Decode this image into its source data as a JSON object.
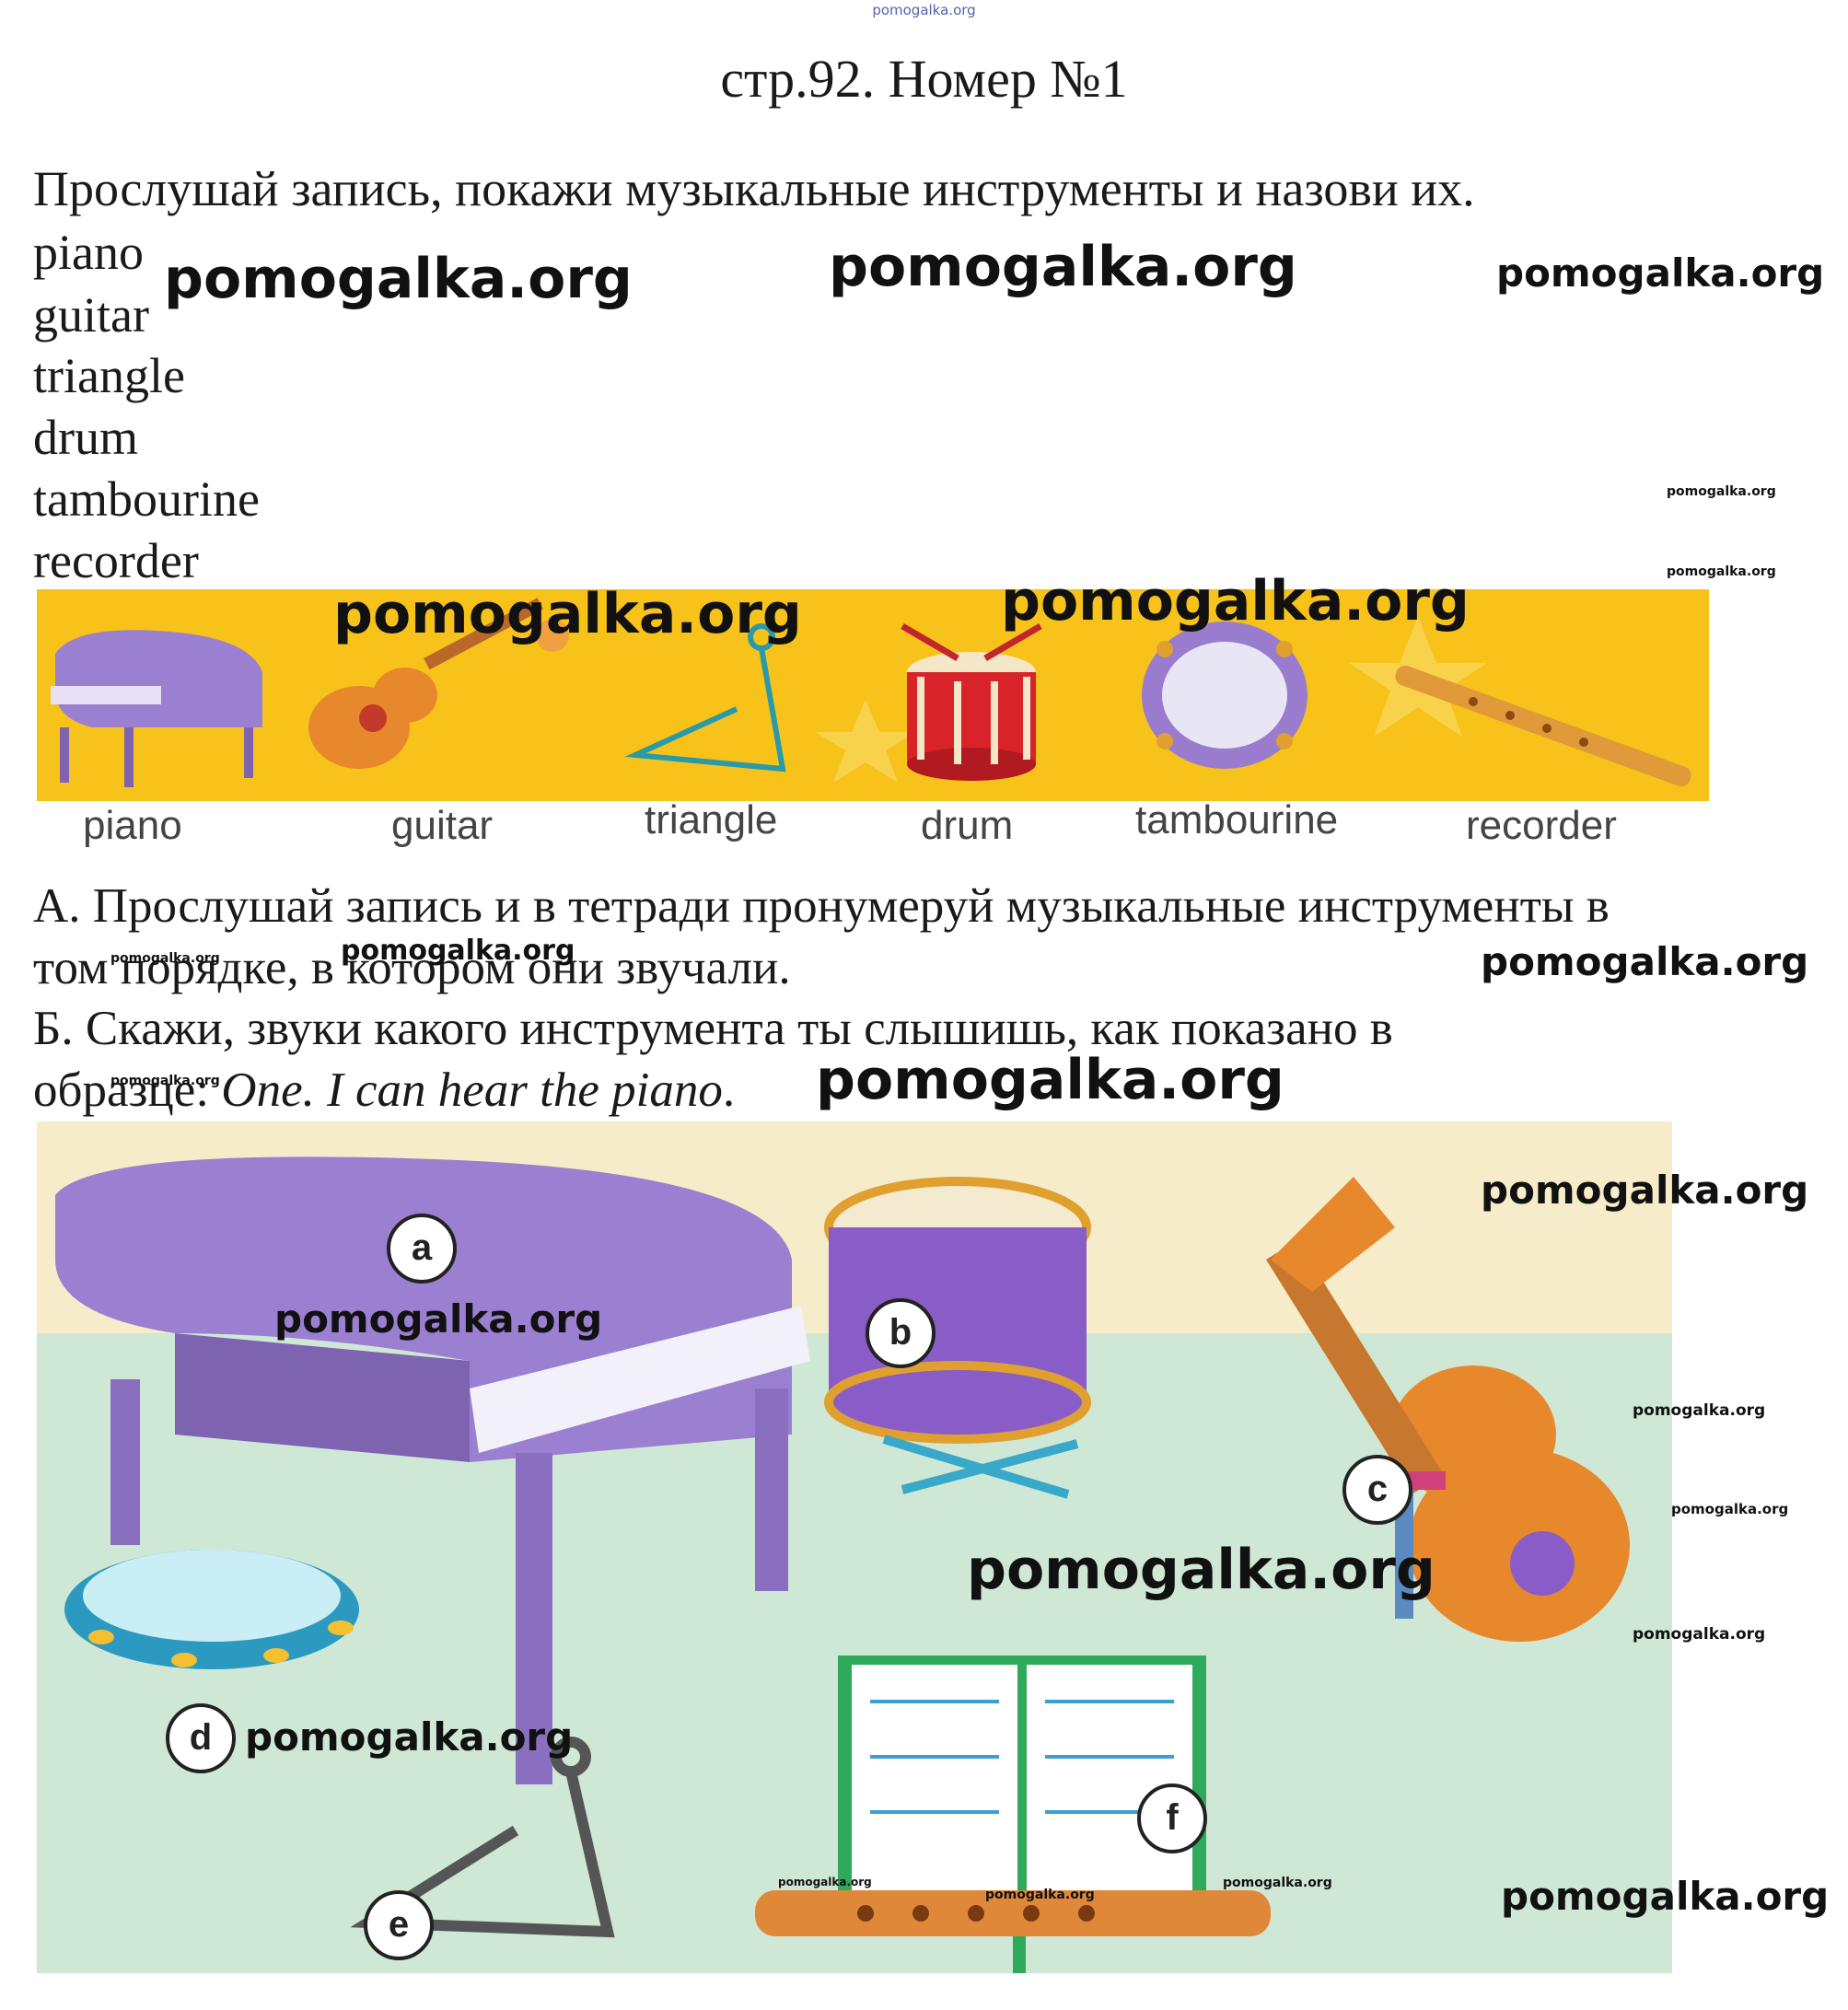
{
  "watermark_top": "pomogalka.org",
  "title": "стр.92. Номер №1",
  "instruction": "Прослушай запись, покажи музыкальные инструменты и назови их.",
  "words": [
    "piano",
    "guitar",
    "triangle",
    "drum",
    "tambourine",
    "recorder"
  ],
  "band_labels": [
    "piano",
    "guitar",
    "triangle",
    "drum",
    "tambourine",
    "recorder"
  ],
  "task_a_line1": "А. Прослушай запись и в тетради пронумеруй музыкальные инструменты в",
  "task_a_line2": "том порядке, в котором они звучали.",
  "task_b_line1": "Б. Скажи, звуки какого инструмента ты слышишь, как показано в",
  "task_b_prefix": "образце: ",
  "task_b_example": "One. I can hear the piano",
  "task_b_suffix": ".",
  "callouts": [
    "a",
    "b",
    "c",
    "d",
    "e",
    "f"
  ],
  "watermark": "pomogalka.org",
  "colors": {
    "band": "#f7c31a",
    "scene_floor": "#cfe8d6",
    "piano": "#9b7fd0"
  }
}
